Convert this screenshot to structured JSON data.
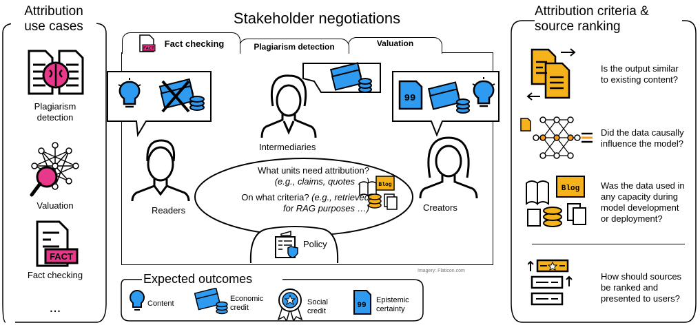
{
  "title": "Stakeholder negotiations",
  "left_panel": {
    "title_line1": "Attribution",
    "title_line2": "use cases",
    "items": [
      {
        "label_line1": "Plagiarism",
        "label_line2": "detection",
        "icon": "brain-documents-icon"
      },
      {
        "label_line1": "Valuation",
        "label_line2": "",
        "icon": "network-magnifier-icon"
      },
      {
        "label_line1": "Fact checking",
        "label_line2": "",
        "icon": "fact-document-icon"
      }
    ],
    "ellipsis": "..."
  },
  "tabs": [
    {
      "label": "Fact checking",
      "icon": "fact-document-icon"
    },
    {
      "label": "Plagiarism detection"
    },
    {
      "label": "Valuation"
    }
  ],
  "stakeholders": {
    "readers": "Readers",
    "intermediaries": "Intermediaries",
    "creators": "Creators"
  },
  "questions": {
    "q1": "What units need attribution?",
    "q1_example": "(e.g., claims, quotes …)",
    "q2": "On what criteria?",
    "q2_example_a": "(e.g., retrieved",
    "q2_example_b": "for RAG purposes …)"
  },
  "policy": "Policy",
  "blog_label": "Blog",
  "credit": "Imagery: Flaticon.com",
  "outcomes": {
    "title": "Expected outcomes",
    "items": [
      {
        "line1": "Content",
        "line2": "",
        "icon": "lightbulb-icon"
      },
      {
        "line1": "Economic",
        "line2": "credit",
        "icon": "money-icon"
      },
      {
        "line1": "Social",
        "line2": "credit",
        "icon": "badge-icon"
      },
      {
        "line1": "Epistemic",
        "line2": "certainty",
        "icon": "quote-icon"
      }
    ]
  },
  "right_panel": {
    "title_line1": "Attribution criteria &",
    "title_line2": "source ranking",
    "items": [
      {
        "lines": [
          "Is the output similar",
          "to existing content?"
        ],
        "icon": "documents-compare-icon"
      },
      {
        "lines": [
          "Did the data causally",
          "influence the model?"
        ],
        "icon": "network-influence-icon"
      },
      {
        "lines": [
          "Was the data used in",
          "any capacity during",
          "model development",
          "or deployment?"
        ],
        "icon": "data-sources-icon"
      },
      {
        "lines": [
          "How should sources",
          "be ranked and",
          "presented to users?"
        ],
        "icon": "ranking-icon"
      }
    ]
  },
  "colors": {
    "yellow": "#F6B21B",
    "blue": "#2E9BF0",
    "pink": "#E8388A",
    "orange": "#F29A1F"
  }
}
